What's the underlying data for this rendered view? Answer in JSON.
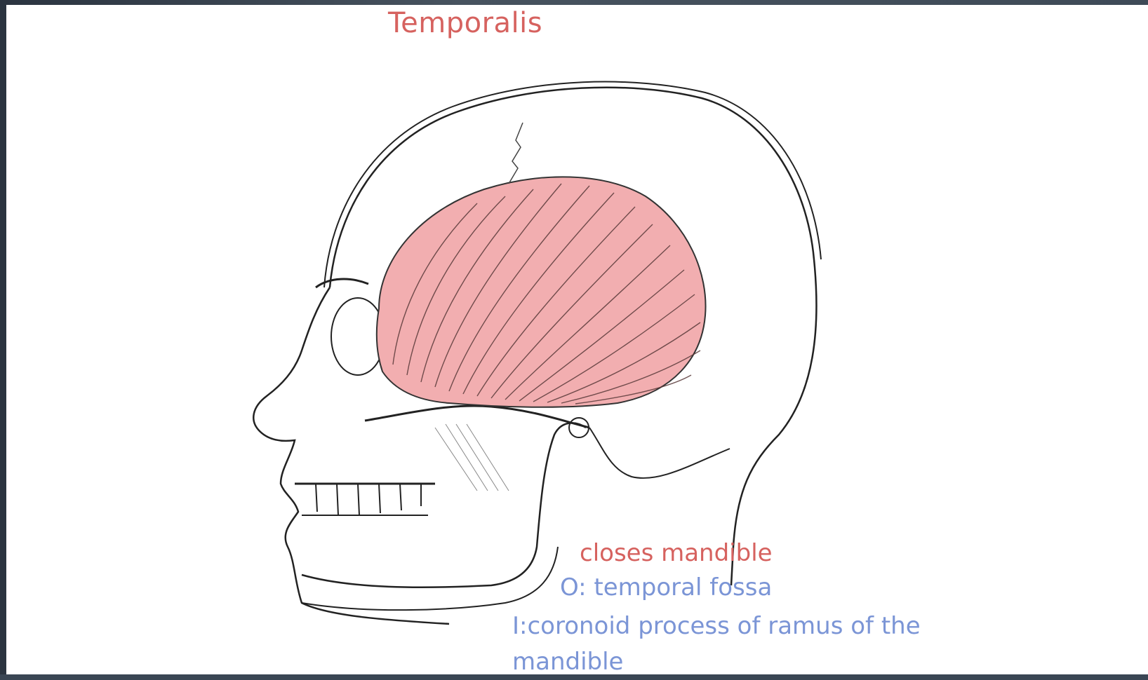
{
  "slide": {
    "title": "Temporalis",
    "action": "closes mandible",
    "origin": "O: temporal fossa",
    "insertion": "I:coronoid process of ramus of the mandible"
  },
  "colors": {
    "muscle": "#f2aeb0",
    "title": "#d6625f",
    "label": "#7b95d6",
    "background": "#ffffff",
    "frame": "#3a4654"
  },
  "illustration": {
    "subject": "lateral view of skull and head with temporalis muscle"
  }
}
